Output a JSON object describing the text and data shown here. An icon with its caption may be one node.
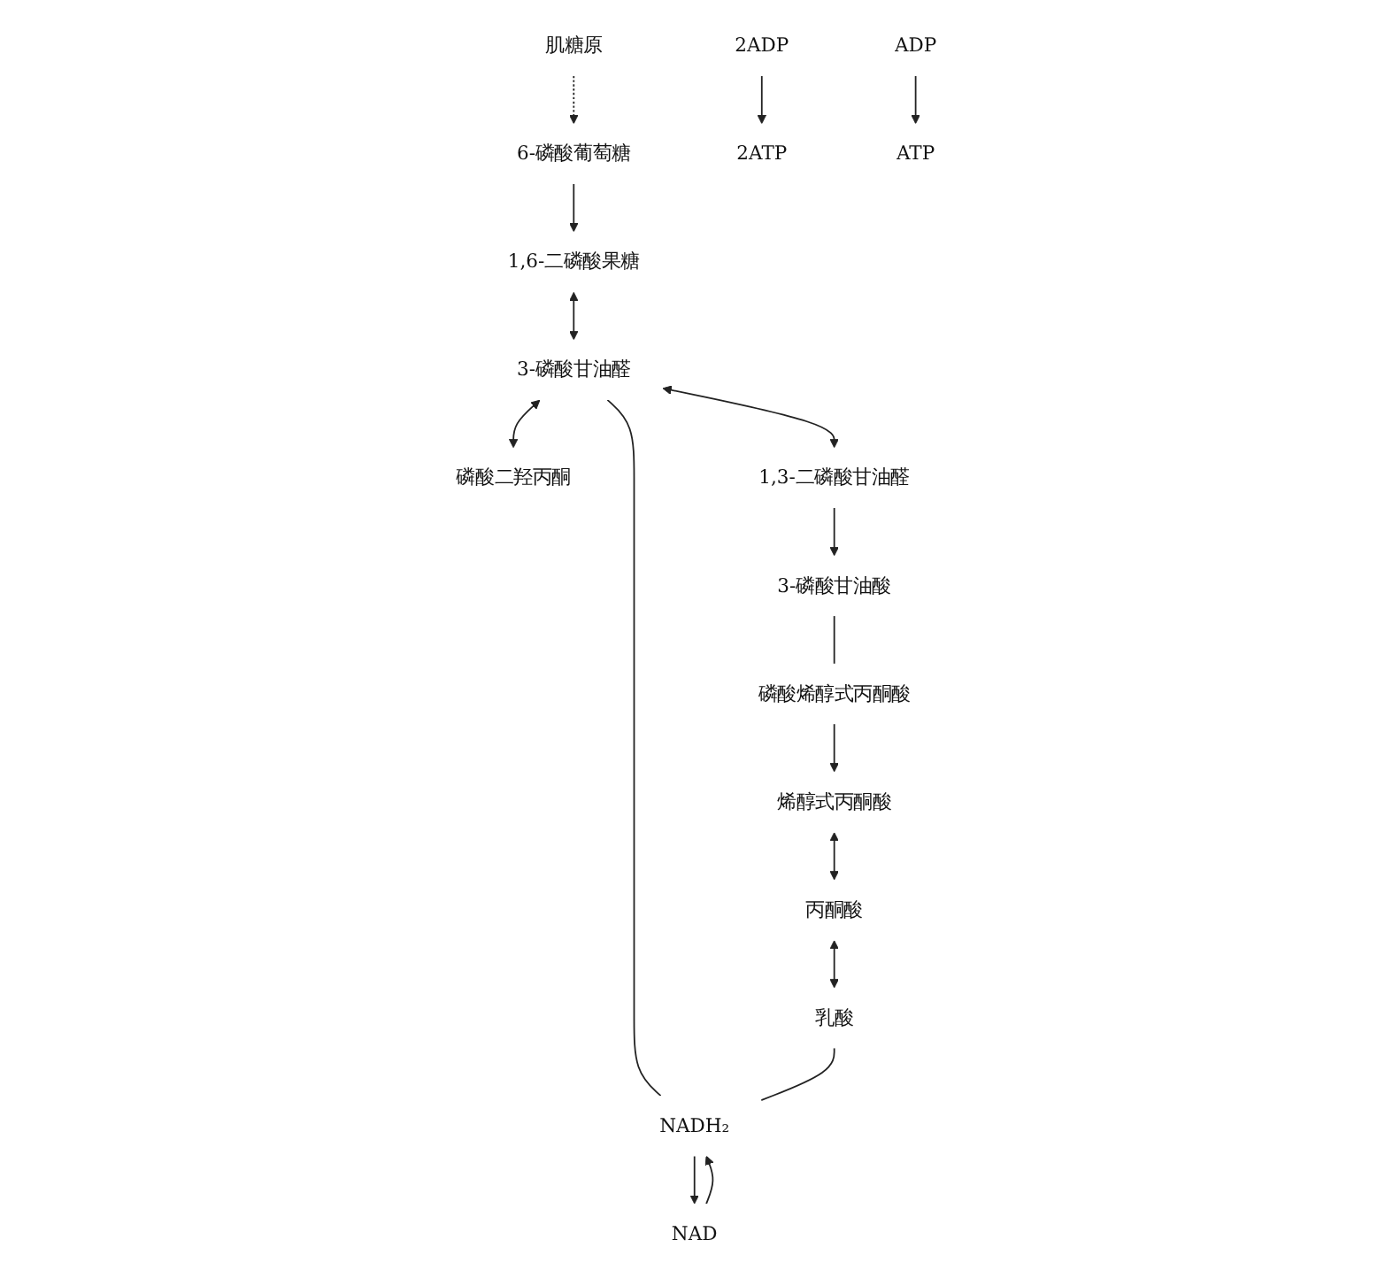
{
  "diagram": {
    "nodes": [
      {
        "text": [
          "肌糖原"
        ]
      },
      {
        "text": [
          "6-磷酸葡萄糖"
        ]
      },
      {
        "text": [
          "1,6-二磷酸果糖"
        ]
      },
      {
        "text": [
          "3-磷酸甘油醛"
        ]
      },
      {
        "text": [
          "磷酸二羟丙酮"
        ]
      },
      {
        "text": [
          "1,3-二磷酸甘油醛"
        ]
      },
      {
        "text": [
          "2ADP"
        ]
      },
      {
        "text": [
          "2ATP"
        ]
      },
      {
        "text": [
          "3-磷酸甘油酸"
        ]
      },
      {
        "text": [
          "磷酸烯醇式丙酮酸"
        ]
      },
      {
        "text": [
          "ADP"
        ]
      },
      {
        "text": [
          "ATP"
        ]
      },
      {
        "text": [
          "烯醇式丙酮酸"
        ]
      },
      {
        "text": [
          "丙酮酸"
        ]
      },
      {
        "text": [
          "乳酸"
        ]
      },
      {
        "text": [
          "NAD"
        ]
      },
      {
        "text": [
          "NADH₂"
        ]
      }
    ],
    "edges": [
      {
        "from": 0,
        "to": 1,
        "arrow": "to",
        "style": "dashed"
      },
      {
        "from": 1,
        "to": 2,
        "arrow": "to"
      },
      {
        "from": 2,
        "to": 3,
        "arrow": "both"
      },
      {
        "from": 3,
        "to": 4,
        "arrow": "both"
      },
      {
        "from": 3,
        "to": 5,
        "arrow": "both"
      },
      {
        "from": 5,
        "to": 8,
        "arrow": "to"
      },
      {
        "from": 6,
        "to": 7,
        "arrow": "to"
      },
      {
        "from": 8,
        "to": 9,
        "arrow": "none"
      },
      {
        "from": 9,
        "to": 12,
        "arrow": "to"
      },
      {
        "from": 10,
        "to": 11,
        "arrow": "to"
      },
      {
        "from": 12,
        "to": 13,
        "arrow": "both"
      },
      {
        "from": 13,
        "to": 14,
        "arrow": "both"
      },
      {
        "from": 15,
        "to": 16,
        "arrow": "to"
      },
      {
        "from": 16,
        "to": 15,
        "arrow": "to"
      },
      {
        "from": 3,
        "to": 16,
        "arrow": "none"
      },
      {
        "from": 14,
        "to": 16,
        "arrow": "none"
      }
    ]
  }
}
